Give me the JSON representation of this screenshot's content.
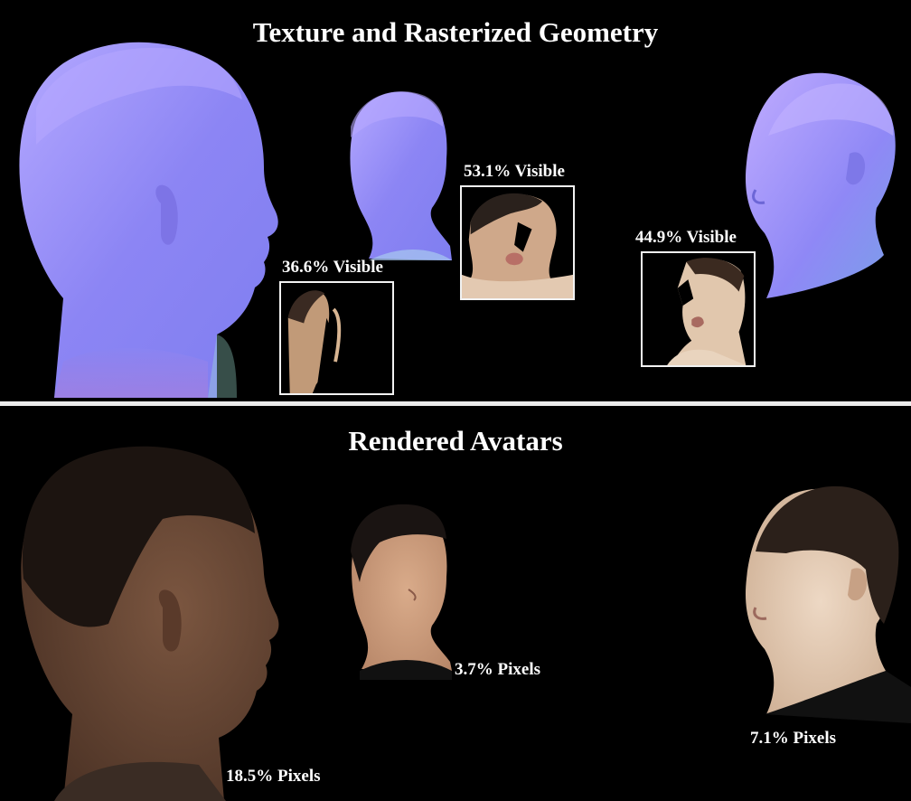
{
  "top": {
    "title": "Texture and Rasterized Geometry",
    "visible_labels": [
      "36.6% Visible",
      "53.1% Visible",
      "44.9% Visible"
    ]
  },
  "bottom": {
    "title": "Rendered Avatars",
    "pixel_labels": [
      "18.5% Pixels",
      "3.7% Pixels",
      "7.1% Pixels"
    ]
  },
  "colors": {
    "normal_map_blue": "#8f86f5",
    "normal_map_highlight": "#b9a6ff",
    "skin_tone_dark": "#6a4a36",
    "skin_tone_light": "#e1c7ad",
    "divider": "#ececec"
  }
}
